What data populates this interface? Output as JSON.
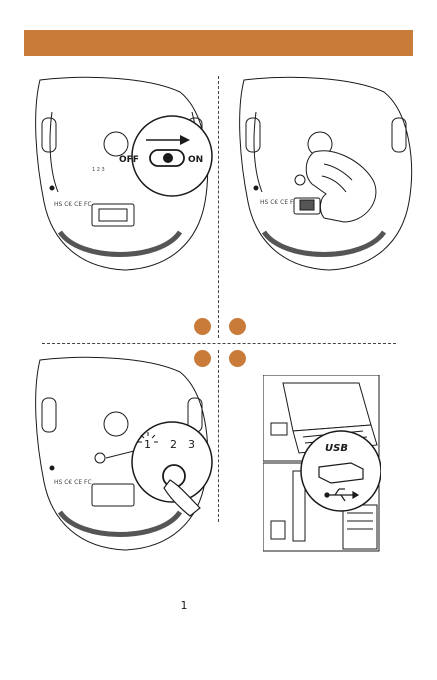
{
  "step1": {
    "switch_off_label": "OFF",
    "switch_on_label": "ON"
  },
  "step3": {
    "channels": [
      "1",
      "2",
      "3"
    ]
  },
  "step4": {
    "usb_label": "USB"
  },
  "mouse_labels": {
    "channel_numbers": "1  2  3",
    "marks": "HS C€ CE FC"
  },
  "footer": {
    "page_number": "1"
  },
  "colors": {
    "accent": "#c97b3a",
    "line": "#1a1a1a"
  }
}
